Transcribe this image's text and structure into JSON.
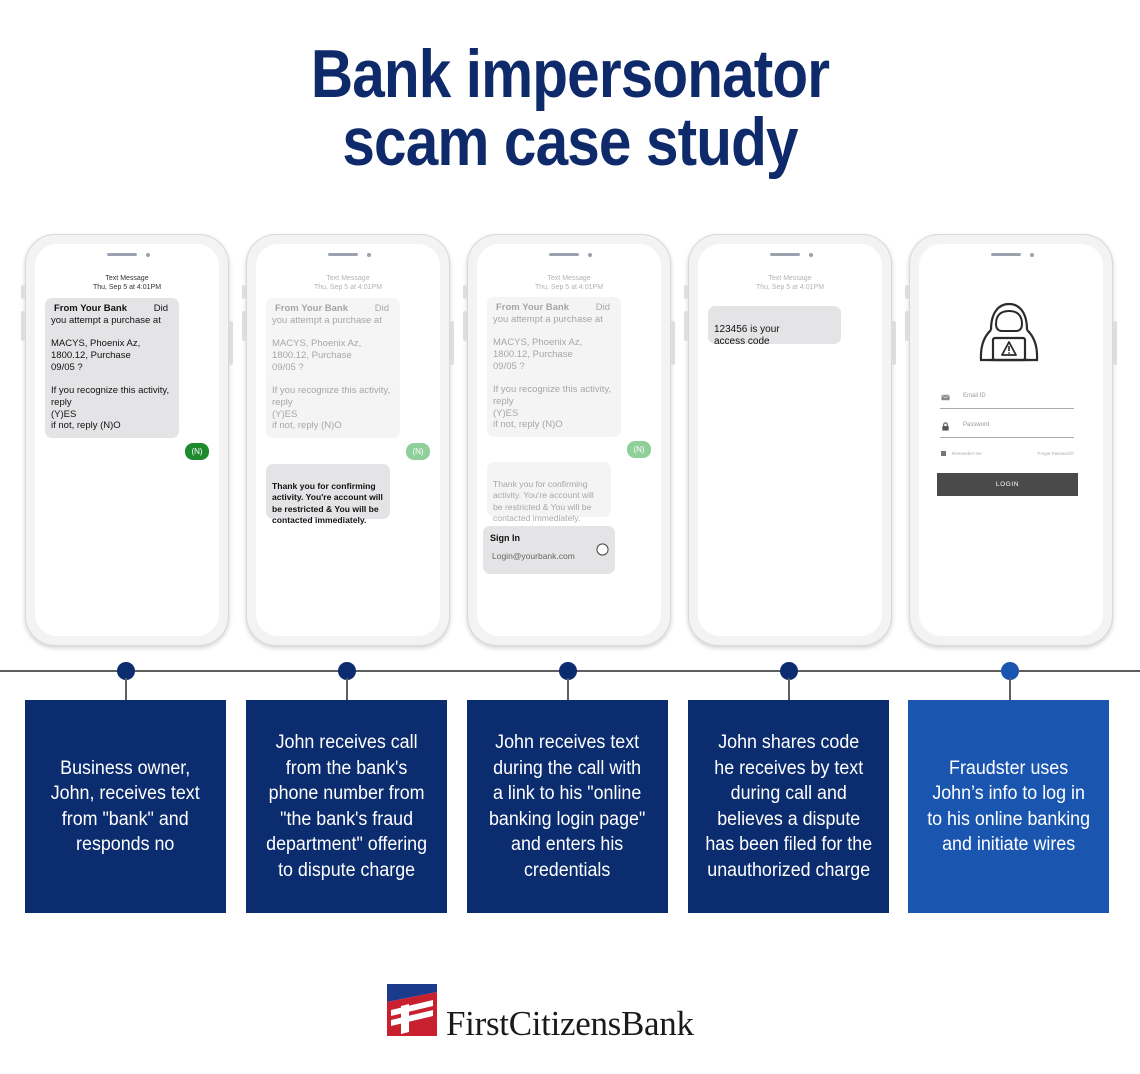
{
  "title": {
    "line1": "Bank impersonator",
    "line2": "scam case study"
  },
  "colors": {
    "title": "#0f2a6b",
    "box_dark": "#0b2c6e",
    "box_light": "#1a56b0",
    "timeline": "#5e5e5e",
    "reply_green": "#1e8a2e"
  },
  "phones": [
    {
      "header": "Text Message\nThu, Sep 5 at 4:01PM",
      "msg_from": "From Your Bank",
      "msg_did": "Did",
      "msg_body": "you attempt a purchase at\n\nMACYS, Phoenix Az,\n1800.12, Purchase\n09/05 ?\n\nIf you recognize this activity,\nreply\n(Y)ES\nif not, reply (N)O",
      "reply": "(N)"
    },
    {
      "header": "Text Message\nThu, Sep 5 at 4:01PM",
      "msg_from": "From Your Bank",
      "msg_did": "Did",
      "msg_body": "you attempt a purchase at\n\nMACYS, Phoenix Az,\n1800.12, Purchase\n09/05 ?\n\nIf you recognize this activity,\nreply\n(Y)ES\nif not, reply (N)O",
      "reply": "(N)",
      "confirm": "Thank you for confirming\nactivity. You're account will\nbe restricted & You will be\ncontacted immediately."
    },
    {
      "header": "Text Message\nThu, Sep 5 at 4:01PM",
      "msg_from": "From Your Bank",
      "msg_did": "Did",
      "msg_body": "you attempt a purchase at\n\nMACYS, Phoenix Az,\n1800.12, Purchase\n09/05 ?\n\nIf you recognize this activity,\nreply\n(Y)ES\nif not, reply (N)O",
      "reply": "(N)",
      "confirm": "Thank you for confirming\nactivity. You're account will\nbe restricted & You will be\ncontacted immediately.",
      "signin_title": "Sign In",
      "signin_url": "Login@yourbank.com"
    },
    {
      "header": "Text Message\nThu, Sep 5 at 4:01PM",
      "code_msg": "123456 is your\naccess code"
    },
    {
      "email_placeholder": "Email ID",
      "password_placeholder": "Password",
      "remember": "Remember me",
      "forgot": "Forgot Password?",
      "login": "LOGIN",
      "icons": [
        "hacker-icon",
        "envelope-icon",
        "lock-icon"
      ]
    }
  ],
  "steps": [
    "Business owner,\nJohn, receives text\nfrom \"bank\" and\nresponds no",
    "John receives call\nfrom the bank's\nphone number from\n\"the bank's fraud\ndepartment\" offering\nto dispute charge",
    "John receives text\nduring the call with\na link to his \"online\nbanking login page\"\nand enters his\ncredentials",
    "John shares code\nhe receives by text\nduring call and\nbelieves a dispute\nhas been filed for the\nunauthorized charge",
    "Fraudster uses\nJohn’s info to log in\nto his online banking\nand initiate wires"
  ],
  "brand": {
    "name": "FirstCitizensBank",
    "logo_icon": "first-citizens-flag-logo"
  }
}
